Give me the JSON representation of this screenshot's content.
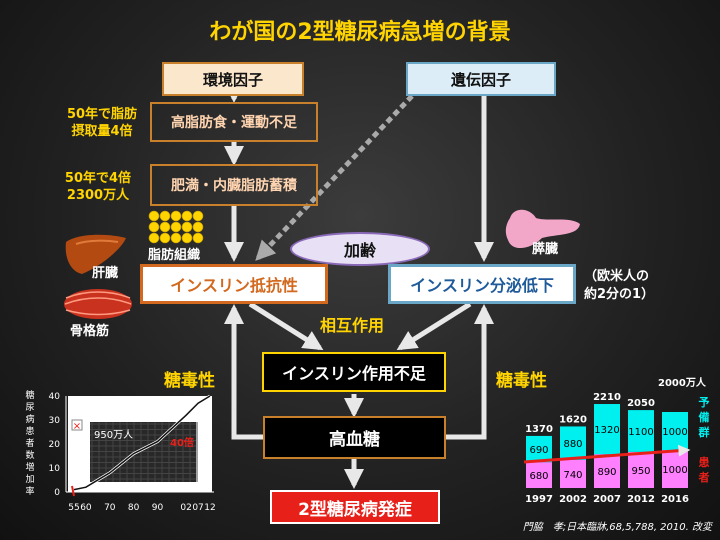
{
  "title": "わが国の2型糖尿病急増の背景",
  "boxes": {
    "env": "環境因子",
    "gene": "遺伝因子",
    "highfat": "高脂肪食・運動不足",
    "obesity": "肥満・内臓脂肪蓄積",
    "ir": "インスリン抵抗性",
    "secretion": "インスリン分泌低下",
    "action": "インスリン作用不足",
    "hyperglycemia": "高血糖",
    "onset": "2型糖尿病発症",
    "aging": "加齢"
  },
  "annotations": {
    "fat_intake_line1": "50年で脂肪",
    "fat_intake_line2": "摂取量4倍",
    "obese_line1": "50年で4倍",
    "obese_line2": "2300万人",
    "adipose": "脂肪組織",
    "liver": "肝臓",
    "muscle": "骨格筋",
    "pancreas": "膵臓",
    "western_line1": "（欧米人の",
    "western_line2": "約2分の1）",
    "mutual": "相互作用",
    "glucotox_left": "糖毒性",
    "glucotox_right": "糖毒性",
    "citation": "門脇　孝;日本臨牀,68,5,788, 2010. 改変"
  },
  "colors": {
    "title": "#ffd400",
    "insulin_resistance": "#d2691e",
    "secretion": "#1f5a9a",
    "onset": "#e8201a",
    "prevalence_bar": "#00f0f0",
    "patient_bar": "#ff80ff"
  },
  "chart_data": [
    {
      "type": "line",
      "title": "",
      "ylabel": "糖尿病患者数増加率",
      "x_ticks": [
        "55",
        "60",
        "70",
        "80",
        "90",
        "02",
        "07",
        "12"
      ],
      "ylim": [
        0,
        40
      ],
      "y_ticks": [
        "0",
        "10",
        "20",
        "30",
        "40"
      ],
      "series": [
        {
          "x": [
            1955,
            1960,
            1970,
            1980,
            1990,
            2002,
            2007,
            2012
          ],
          "values": [
            1,
            2,
            8,
            16,
            21,
            32,
            37,
            40
          ]
        }
      ],
      "annotations": {
        "count_label": "950万人",
        "ratio_label": "40倍",
        "x_mark": "×"
      }
    },
    {
      "type": "bar",
      "title": "",
      "unit_label": "2000万人",
      "categories": [
        "1997",
        "2002",
        "2007",
        "2012",
        "2016"
      ],
      "totals": [
        "1370",
        "1620",
        "2210",
        "2050",
        ""
      ],
      "series": [
        {
          "name": "予備群",
          "values": [
            690,
            880,
            1320,
            1100,
            1000
          ]
        },
        {
          "name": "患者",
          "values": [
            680,
            740,
            890,
            950,
            1000
          ]
        }
      ],
      "legend": [
        "予",
        "備",
        "群",
        "患",
        "者"
      ]
    }
  ]
}
